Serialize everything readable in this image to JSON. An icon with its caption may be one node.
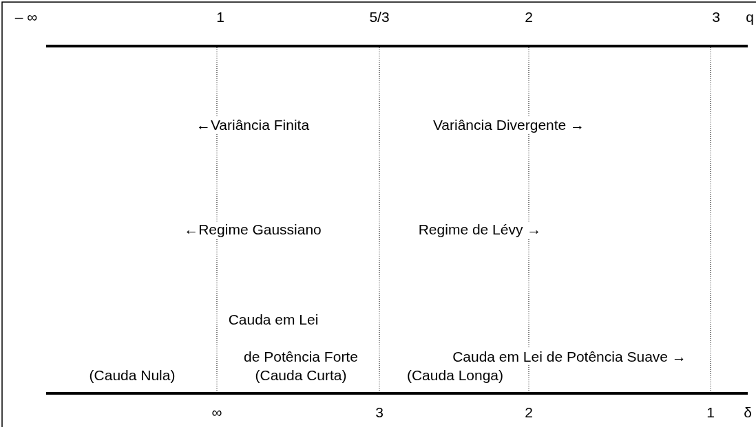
{
  "diagram": {
    "labels": [
      "– ∞",
      "1",
      "5/3",
      "2",
      "3",
      "q",
      "←Variância Finita",
      "Variância Divergente →",
      "←Regime Gaussiano",
      "Regime de Lévy →",
      "Cauda em Lei",
      "de Potência Forte",
      "Cauda em Lei de Potência Suave →",
      "(Cauda Nula)",
      "(Cauda Curta)",
      "(Cauda Longa)",
      "∞",
      "3",
      "2",
      "1",
      "δ"
    ]
  }
}
